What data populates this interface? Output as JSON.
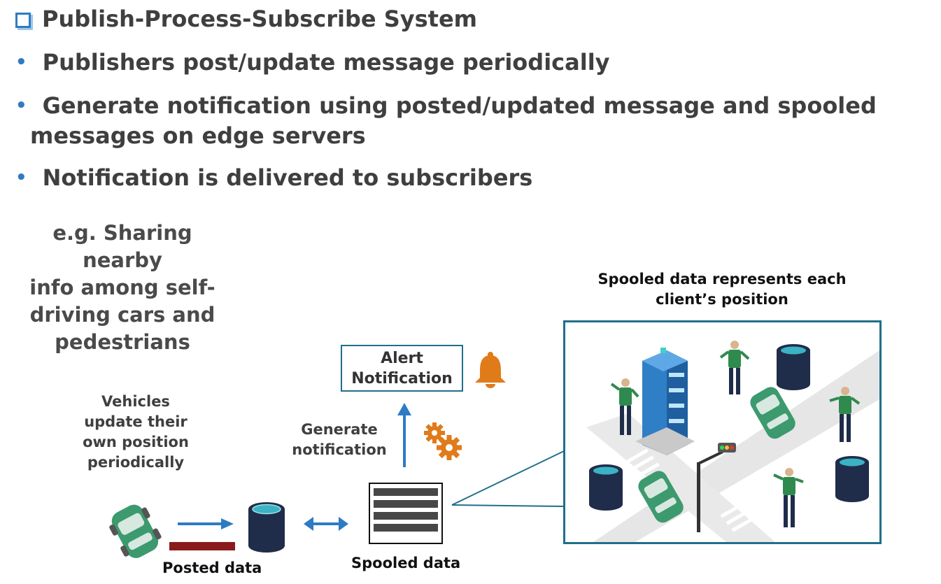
{
  "heading": "Publish-Process-Subscribe System",
  "bullets": [
    "Publishers post/update message periodically",
    "Generate notification using posted/updated message and spooled",
    "messages on edge servers",
    "Notification is delivered to subscribers"
  ],
  "example": [
    "e.g. Sharing nearby",
    "info among self-",
    "driving cars and",
    "pedestrians"
  ],
  "vehicle_caption": [
    "Vehicles",
    "update their",
    "own position",
    "periodically"
  ],
  "posted_label": "Posted data",
  "spooled_label": "Spooled data",
  "generate_label": [
    "Generate",
    "notification"
  ],
  "alert_label": [
    "Alert",
    "Notification"
  ],
  "city_caption": [
    "Spooled data represents each",
    "client’s position"
  ],
  "icons": {
    "heading": "square-bullet-icon",
    "car": "car-icon",
    "database": "database-icon",
    "document": "spooled-document-icon",
    "bell": "bell-icon",
    "gears": "gears-icon",
    "building": "building-icon",
    "pedestrian": "pedestrian-icon",
    "traffic_light": "traffic-light-icon"
  },
  "colors": {
    "accent_blue": "#2e7bc4",
    "frame_teal": "#1f6f8b",
    "posted_bar": "#8b1a1a",
    "alert_orange": "#e07b1a",
    "car_green": "#3c9a6e",
    "db_navy": "#1f2d4a"
  }
}
